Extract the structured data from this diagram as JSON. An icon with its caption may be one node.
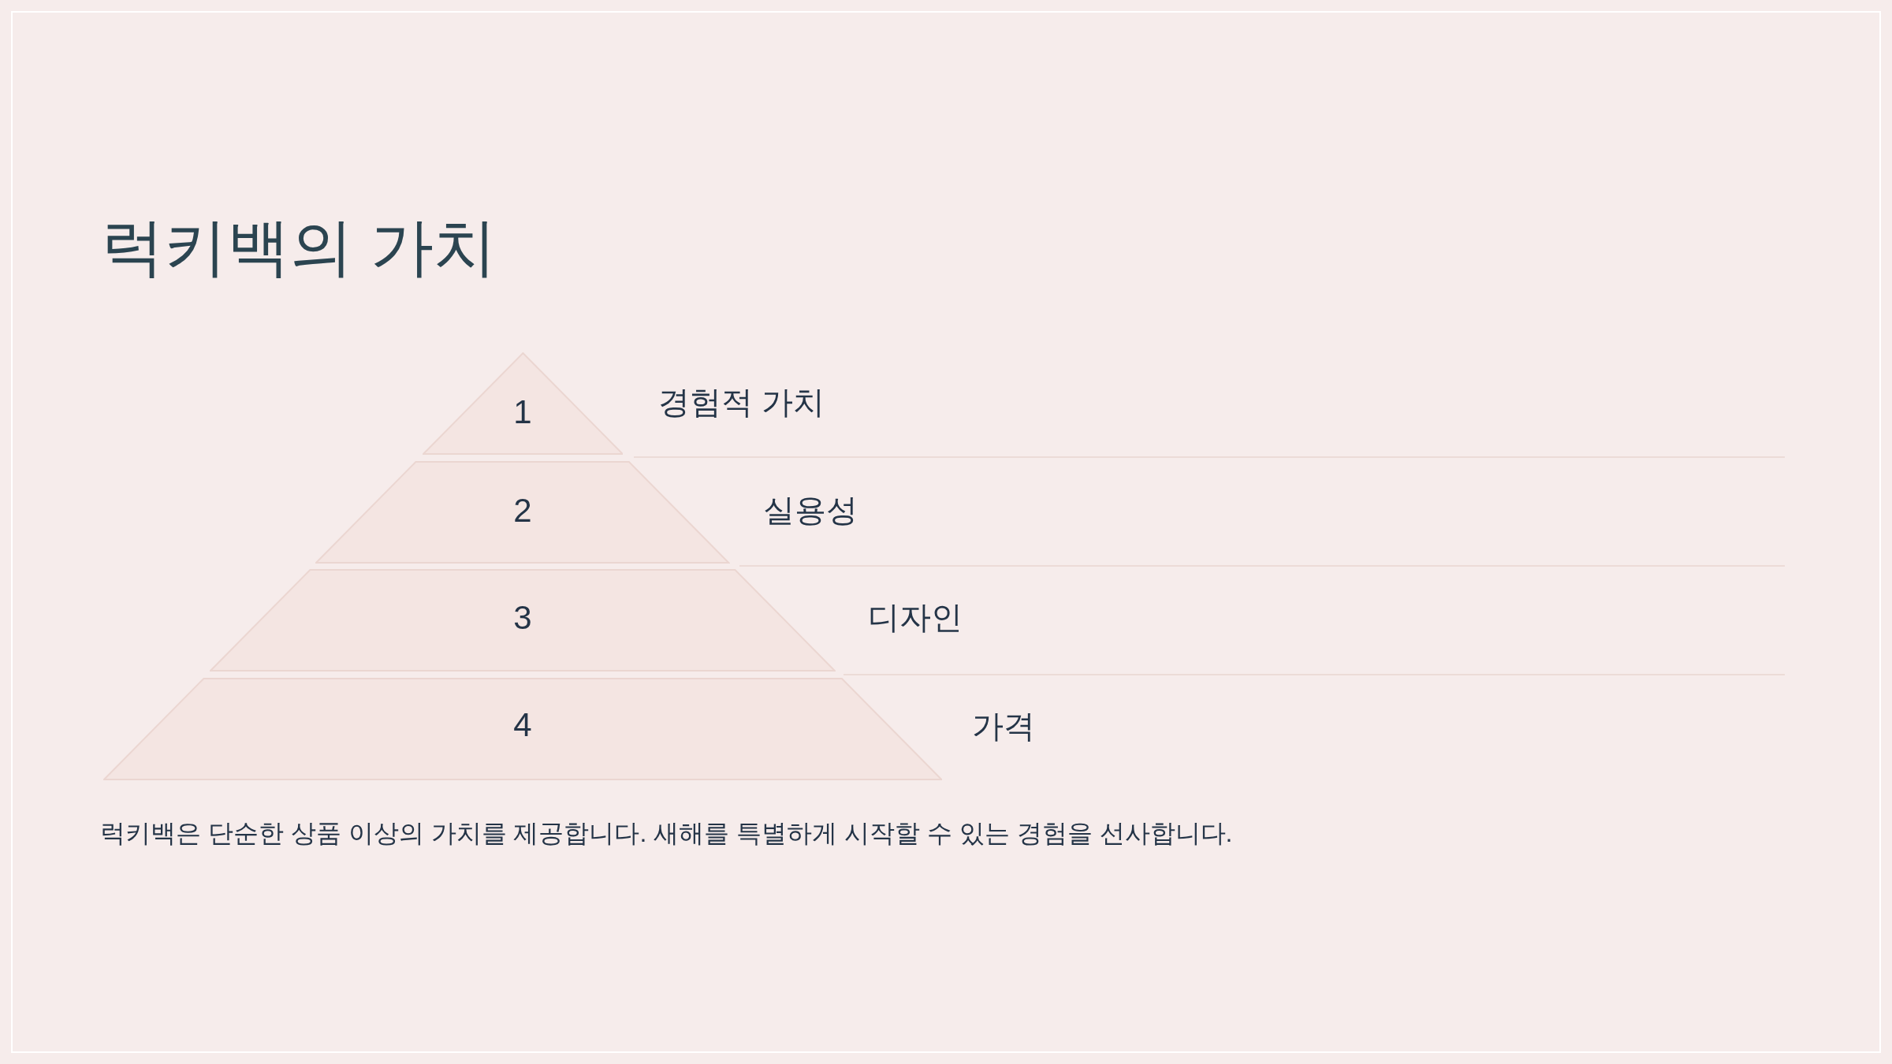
{
  "diagram": {
    "title": "럭키백의 가치",
    "nodes": [
      {
        "text": [
          "1"
        ],
        "beside": [
          "경험적 가치"
        ]
      },
      {
        "text": [
          "2"
        ],
        "beside": [
          "실용성"
        ]
      },
      {
        "text": [
          "3"
        ],
        "beside": [
          "디자인"
        ]
      },
      {
        "text": [
          "4"
        ],
        "beside": [
          "가격"
        ]
      }
    ],
    "caption": "럭키백은 단순한 상품 이상의 가치를 제공합니다. 새해를 특별하게 시작할 수 있는 경험을 선사합니다."
  }
}
